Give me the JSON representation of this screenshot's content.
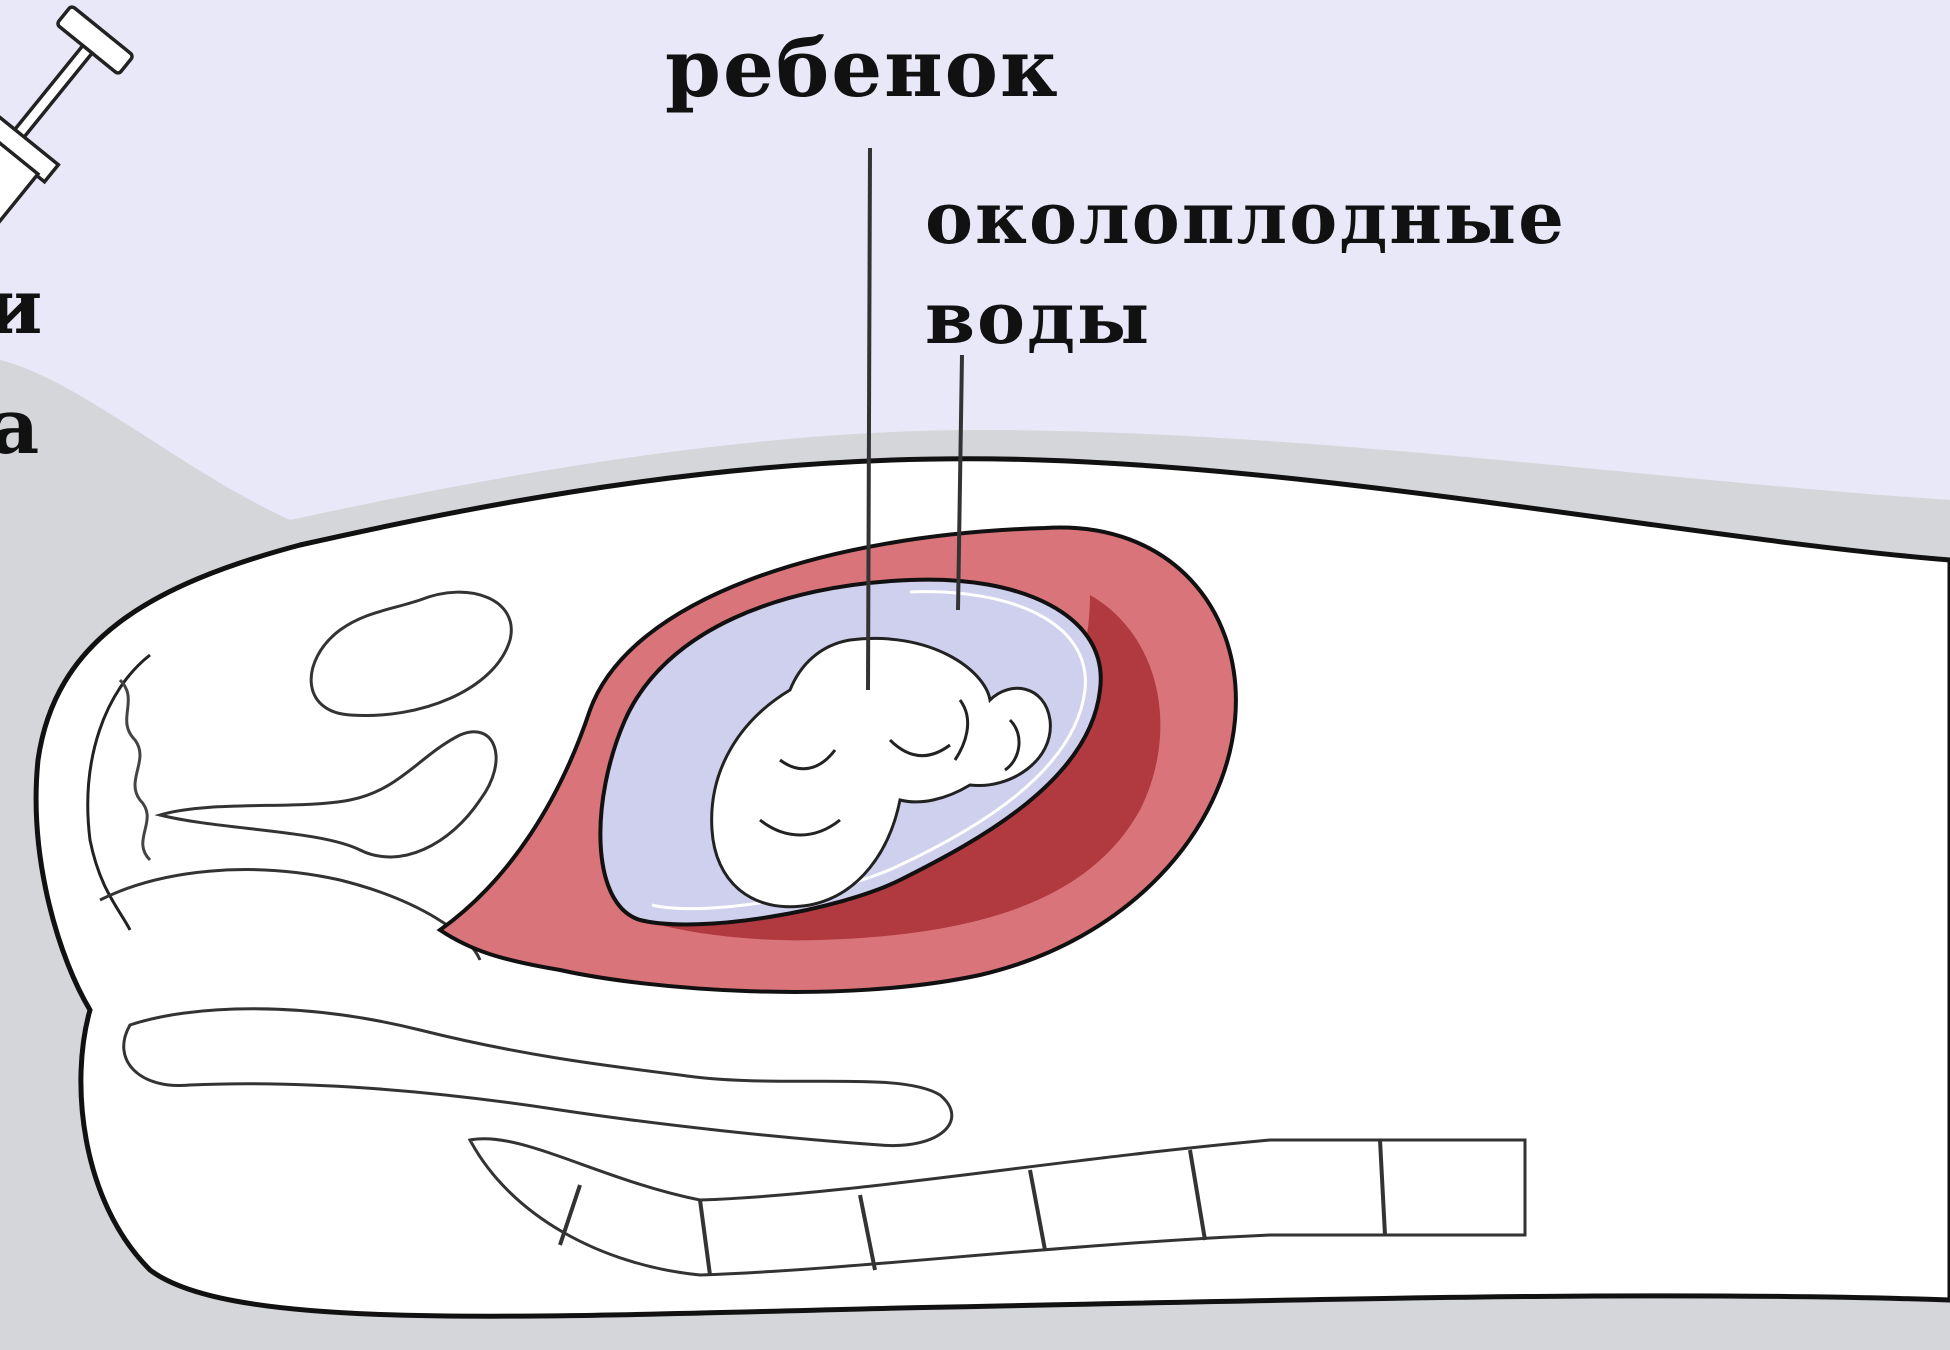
{
  "labels": {
    "baby": "ребенок",
    "fluid_line1": "околоплодные",
    "fluid_line2": "воды",
    "cut_left_1": "и",
    "cut_left_2": "а"
  },
  "colors": {
    "background": "#e8e8f8",
    "body": "#ffffff",
    "shadow": "#d4d6da",
    "outline": "#111111",
    "uterus_wall": "#d9757a",
    "uterus_inner": "#b03a40",
    "amniotic_fluid": "#cfcfee"
  }
}
